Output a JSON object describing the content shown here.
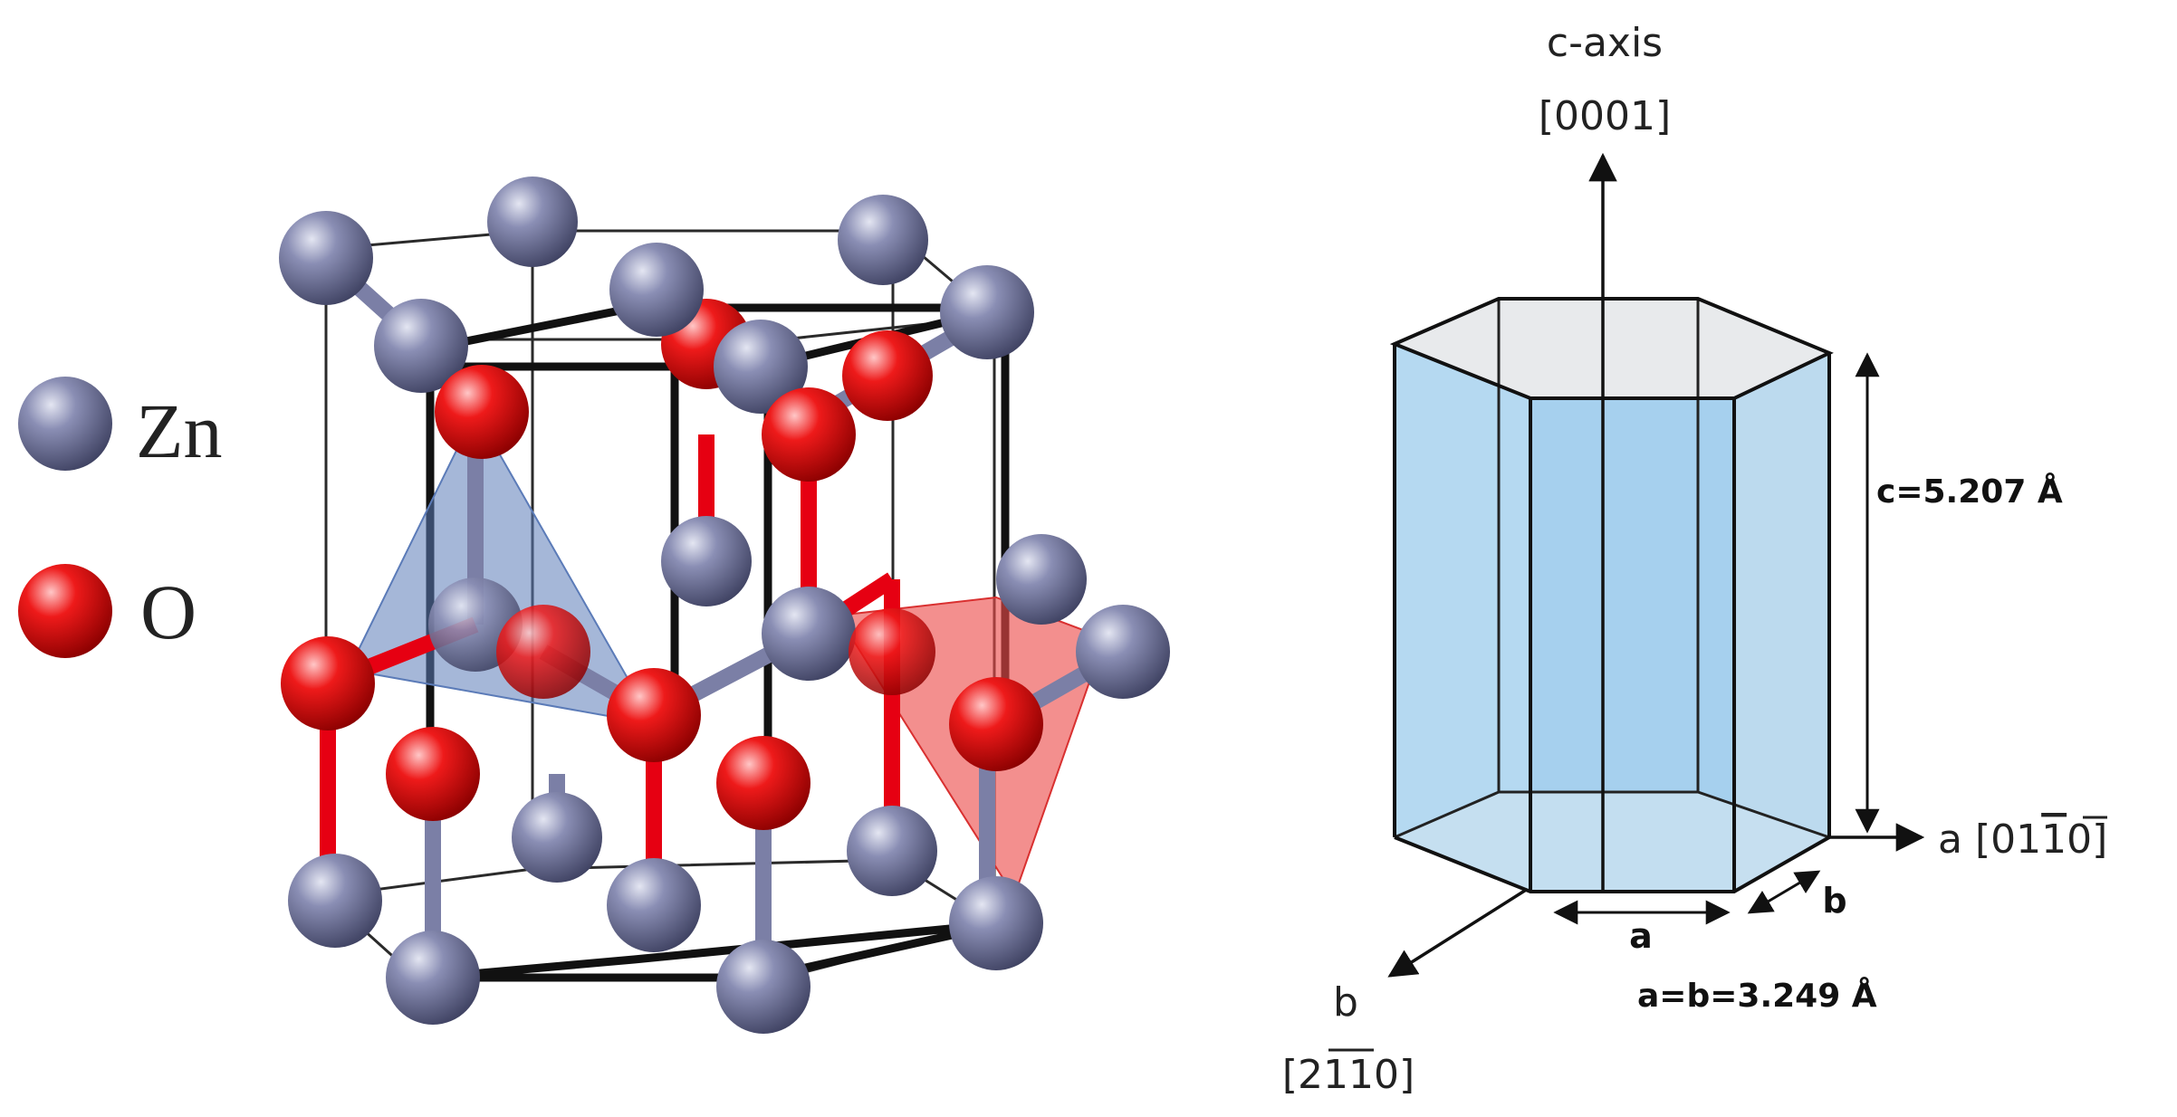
{
  "legend": {
    "zn_label": "Zn",
    "o_label": "O"
  },
  "colors": {
    "zn_atom": "#7b7fa6",
    "o_atom": "#e60012",
    "cell_fill": "#aed3ee",
    "cell_top": "#e6e8ea",
    "red_tetrahedron": "#ec4a48",
    "blue_tetrahedron": "#5b7bb8",
    "edges": "#1a1a1a"
  },
  "hexagonal_cell": {
    "c_axis_label": "c-axis",
    "c_axis_direction": "[0001]",
    "a_axis_label": "a",
    "a_axis_direction": "[01",
    "a_axis_direction_bar": "1",
    "a_axis_direction_end": "0]",
    "b_axis_label": "b",
    "b_axis_direction_start": "[2",
    "b_axis_direction_bar1": "1",
    "b_axis_direction_bar2": "1",
    "b_axis_direction_end": "0]",
    "c_value": "c=5.207 Å",
    "a_marker": "a",
    "b_marker": "b",
    "ab_value": "a=b=3.249 Å"
  }
}
